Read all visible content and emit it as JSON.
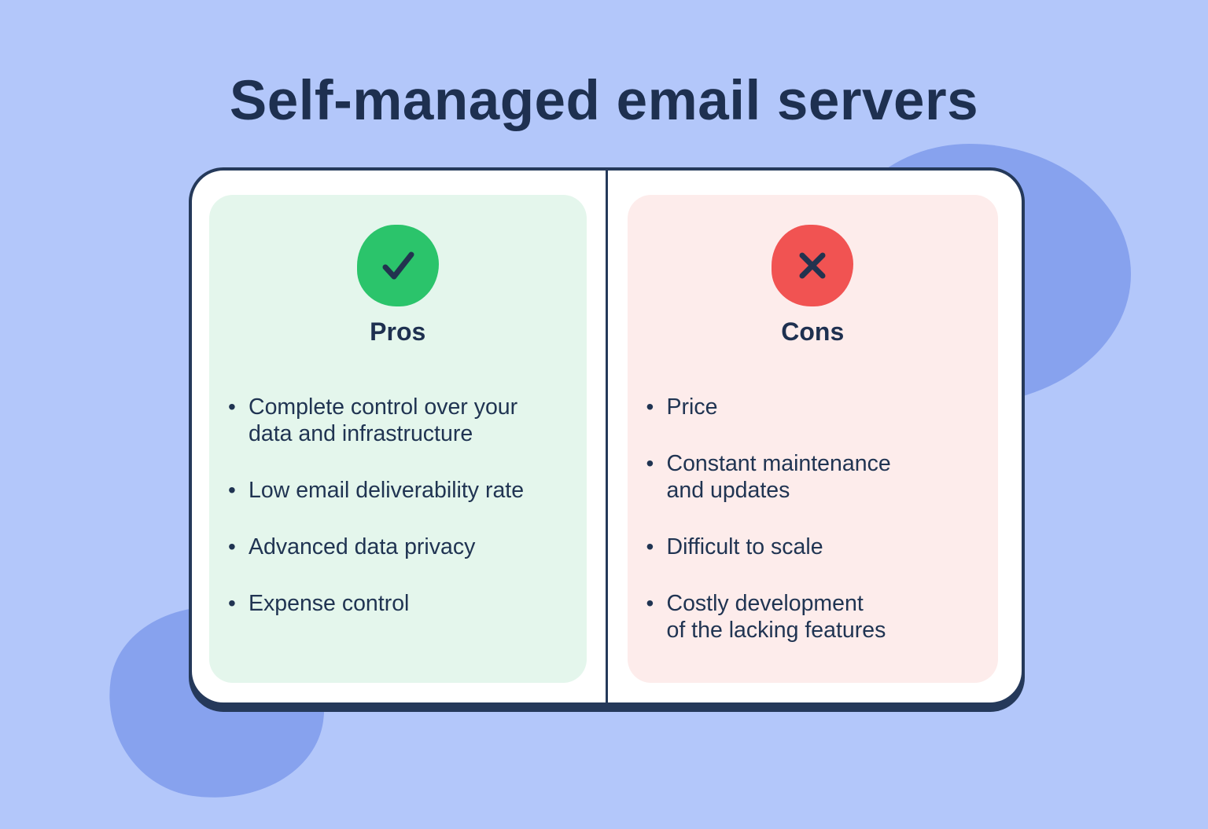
{
  "title": "Self-managed email servers",
  "pros": {
    "heading": "Pros",
    "icon": "check-icon",
    "items": [
      "Complete control over your\ndata and infrastructure",
      "Low email deliverability rate",
      "Advanced data privacy",
      "Expense control"
    ]
  },
  "cons": {
    "heading": "Cons",
    "icon": "x-icon",
    "items": [
      "Price",
      "Constant maintenance\nand updates",
      "Difficult to scale",
      "Costly development\nof the lacking features"
    ]
  },
  "colors": {
    "background": "#b3c7fa",
    "decorative_blob": "#87a2ee",
    "navy": "#25395a",
    "text": "#203452",
    "card": "#ffffff",
    "pros_panel": "#e4f6ec",
    "pros_accent": "#2bc46b",
    "cons_panel": "#fdeceb",
    "cons_accent": "#f15352"
  }
}
